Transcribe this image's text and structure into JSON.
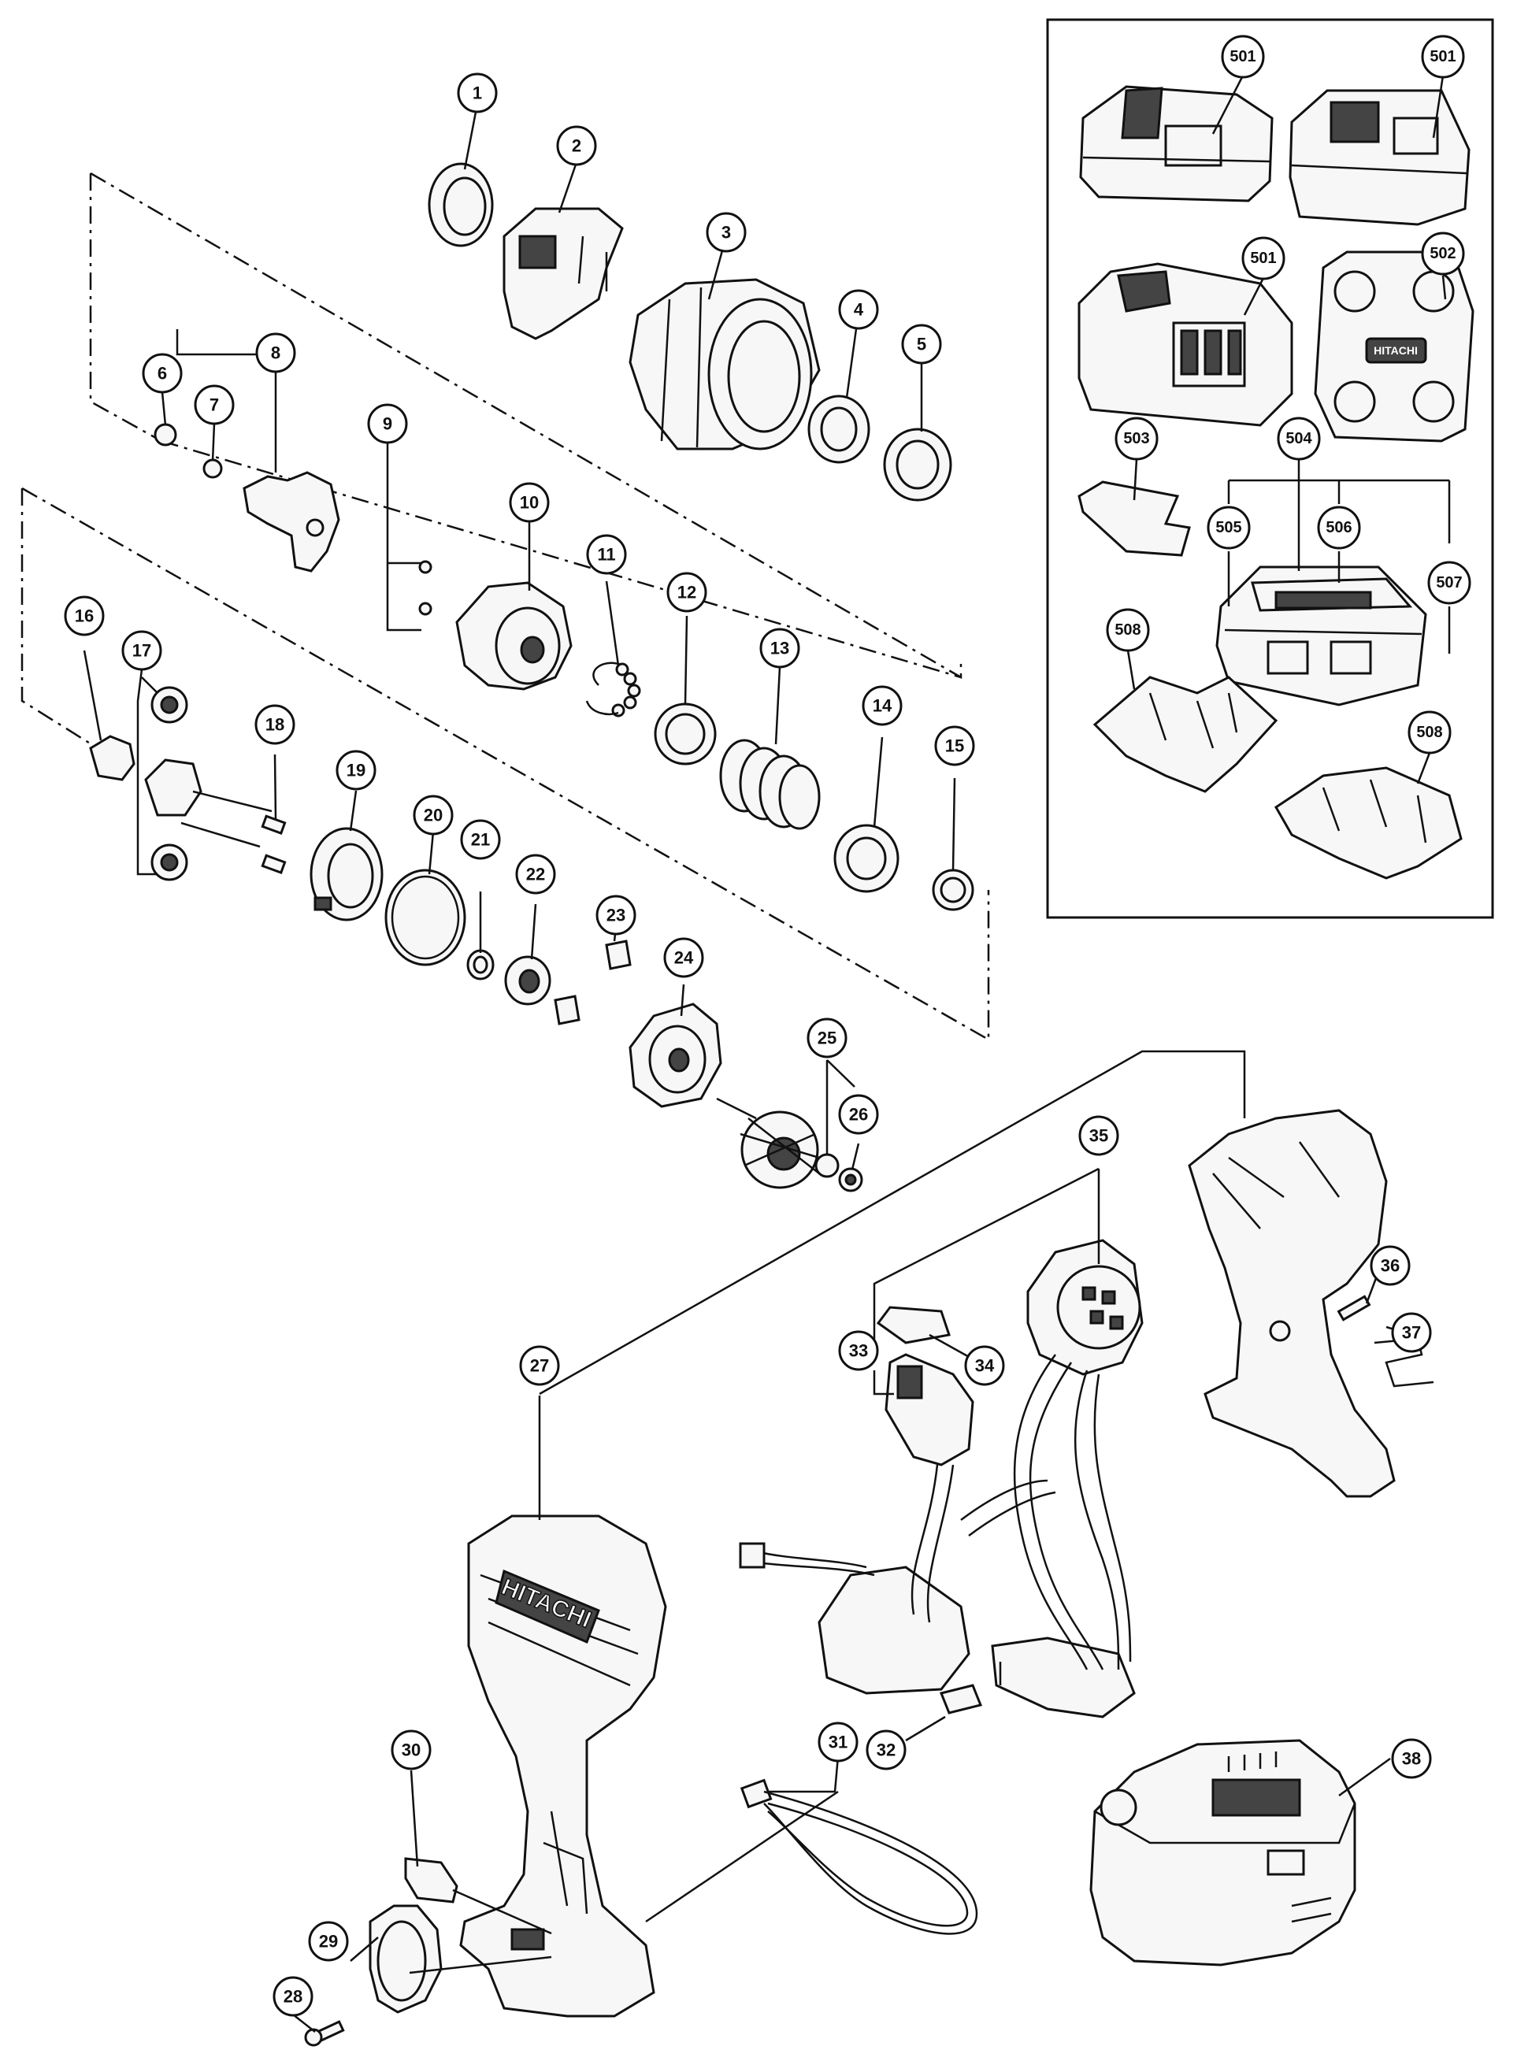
{
  "parts": {
    "p1": "1",
    "p2": "2",
    "p3": "3",
    "p4": "4",
    "p5": "5",
    "p6": "6",
    "p7": "7",
    "p8": "8",
    "p9": "9",
    "p10": "10",
    "p11": "11",
    "p12": "12",
    "p13": "13",
    "p14": "14",
    "p15": "15",
    "p16": "16",
    "p17": "17",
    "p18": "18",
    "p19": "19",
    "p20": "20",
    "p21": "21",
    "p22": "22",
    "p23": "23",
    "p24": "24",
    "p25": "25",
    "p26": "26",
    "p27": "27",
    "p28": "28",
    "p29": "29",
    "p30": "30",
    "p31": "31",
    "p32": "32",
    "p33": "33",
    "p34": "34",
    "p35": "35",
    "p36": "36",
    "p37": "37",
    "p38": "38"
  },
  "accessories": {
    "a501a": "501",
    "a501b": "501",
    "a501c": "501",
    "a502": "502",
    "a503": "503",
    "a504": "504",
    "a505": "505",
    "a506": "506",
    "a507": "507",
    "a508a": "508",
    "a508b": "508"
  },
  "housing_logo": "HITACHI",
  "case_logo": "HITACHI"
}
